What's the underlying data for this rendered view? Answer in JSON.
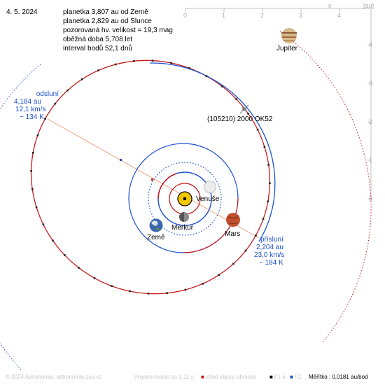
{
  "header": {
    "date": "4. 5. 2024",
    "info_lines": [
      "planetka 3,807 au od Země",
      "planetka 2,829 au od Slunce",
      "pozorovaná hv. velikost = 19,3 mag",
      "oběžná doba 5,708 let",
      "interval bodů 52,1 dnů"
    ]
  },
  "axes": {
    "x_label": "x",
    "unit_label": "[au]",
    "x_ticks": [
      "0",
      "1",
      "2",
      "3",
      "4"
    ],
    "y_ticks": [
      "4",
      "3",
      "2",
      "1",
      "0"
    ]
  },
  "labels": {
    "asteroid": "(105210) 2000 OK52",
    "jupiter": "Jupiter",
    "venus": "Venuše",
    "mercury": "Merkur",
    "earth": "Země",
    "mars": "Mars"
  },
  "aphelion": {
    "title": "odsluní",
    "distance": "4,184 au",
    "speed": "12,1 km/s",
    "temp": "~ 134 K"
  },
  "perihelion": {
    "title": "přísluní",
    "distance": "2,204 au",
    "speed": "23,0 km/s",
    "temp": "~ 184 K"
  },
  "footer": {
    "copyright": "© 2024 Astronomia, astronomia.zcu.cz",
    "generated": "Vygenerováno za 0,11 s",
    "legend_center": "střed elipsy, ohniska",
    "legend_f1": "F1 a",
    "legend_f2": "F2",
    "scale": "Měřítko : 0,0181 au/bod"
  },
  "colors": {
    "orbit_red": "#c81a1a",
    "orbit_blue": "#1a4fd0",
    "label_blue": "#1a4fd0",
    "axis_gray": "#c0c0c0",
    "apsis_line": "#f0a080"
  }
}
